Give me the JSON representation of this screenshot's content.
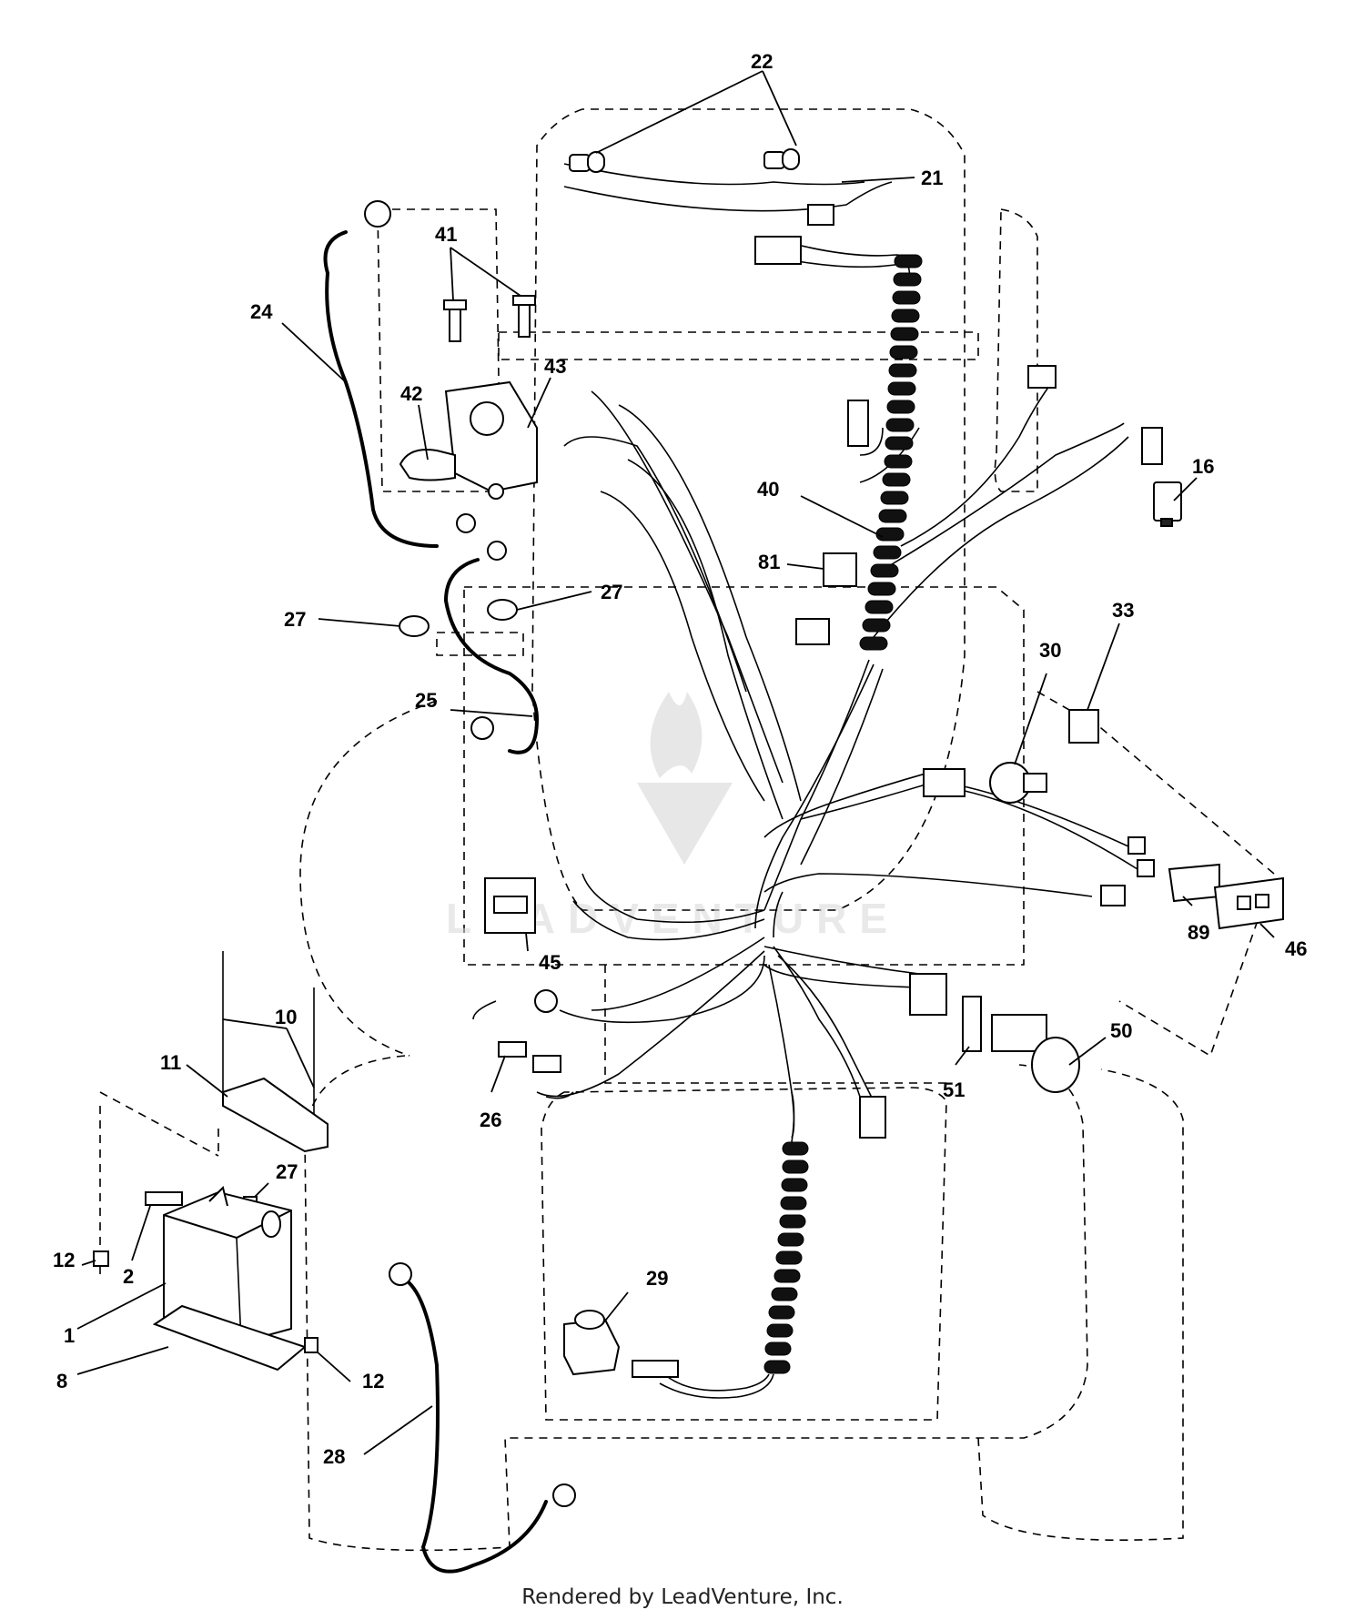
{
  "diagram": {
    "watermark": "LEADVENTURE",
    "footer": "Rendered by LeadVenture, Inc.",
    "callouts": [
      "22",
      "21",
      "41",
      "24",
      "43",
      "42",
      "16",
      "40",
      "81",
      "27",
      "27",
      "33",
      "30",
      "25",
      "89",
      "46",
      "45",
      "10",
      "11",
      "51",
      "50",
      "26",
      "27",
      "12",
      "2",
      "29",
      "1",
      "12",
      "8",
      "28"
    ]
  }
}
